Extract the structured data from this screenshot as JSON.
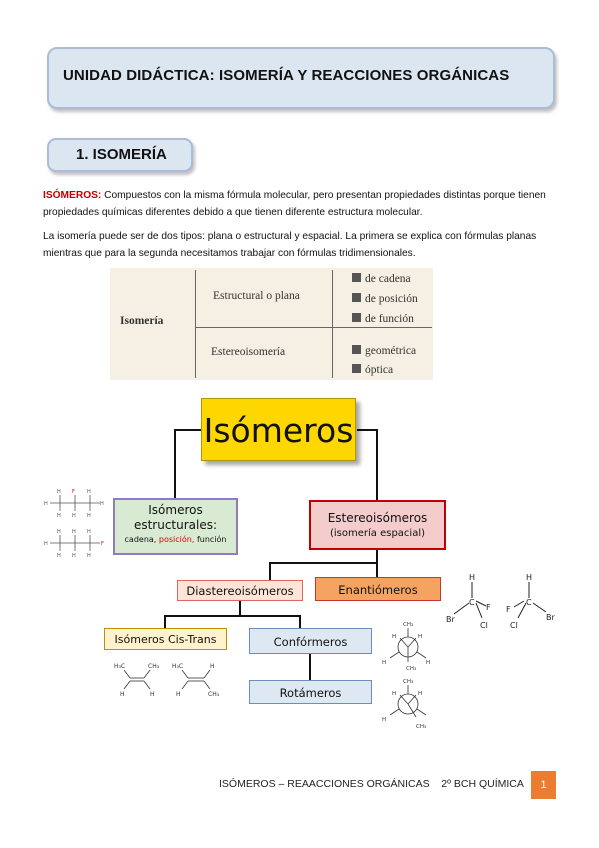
{
  "header": {
    "title": "UNIDAD DIDÁCTICA: ISOMERÍA Y REACCIONES ORGÁNICAS"
  },
  "section": {
    "title": "1. ISOMERÍA"
  },
  "intro": {
    "term": "ISÓMEROS:",
    "definition": " Compuestos con la misma fórmula molecular, pero presentan propiedades distintas porque tienen propiedades químicas diferentes debido a que tienen diferente estructura molecular.",
    "paragraph2": "La isomería puede ser de dos tipos: plana o estructural y espacial. La primera se explica con fórmulas planas mientras que para la segunda necesitamos trabajar con fórmulas tridimensionales."
  },
  "table": {
    "root": "Isomería",
    "row1": {
      "label": "Estructural o plana",
      "items": [
        "de cadena",
        "de posición",
        "de función"
      ]
    },
    "row2": {
      "label": "Estereoisomería",
      "items": [
        "geométrica",
        "óptica"
      ]
    }
  },
  "diagram": {
    "root": "Isómeros",
    "structural": {
      "line1": "Isómeros",
      "line2": "estructurales:",
      "sub_a": "cadena,",
      "sub_b": "posición,",
      "sub_c": "función"
    },
    "stereo": {
      "line1": "Estereoisómeros",
      "line2": "(isomería espacial)"
    },
    "diastereo": "Diastereoisómeros",
    "enantio": "Enantiómeros",
    "cistrans": "Isómeros Cis-Trans",
    "conformeros": "Confórmeros",
    "rotameros": "Rotámeros",
    "colors": {
      "root": "#ffd700",
      "structural": "#d9ead3",
      "stereo": "#f4cccc",
      "diastereo": "#fce4d6",
      "enantio": "#f4a460",
      "cistrans": "#fff2cc",
      "conformeros": "#dde8f3"
    }
  },
  "footer": {
    "text": "ISÓMEROS – REAACCIONES ORGÁNICAS    2º BCH QUÍMICA",
    "page": "1"
  }
}
